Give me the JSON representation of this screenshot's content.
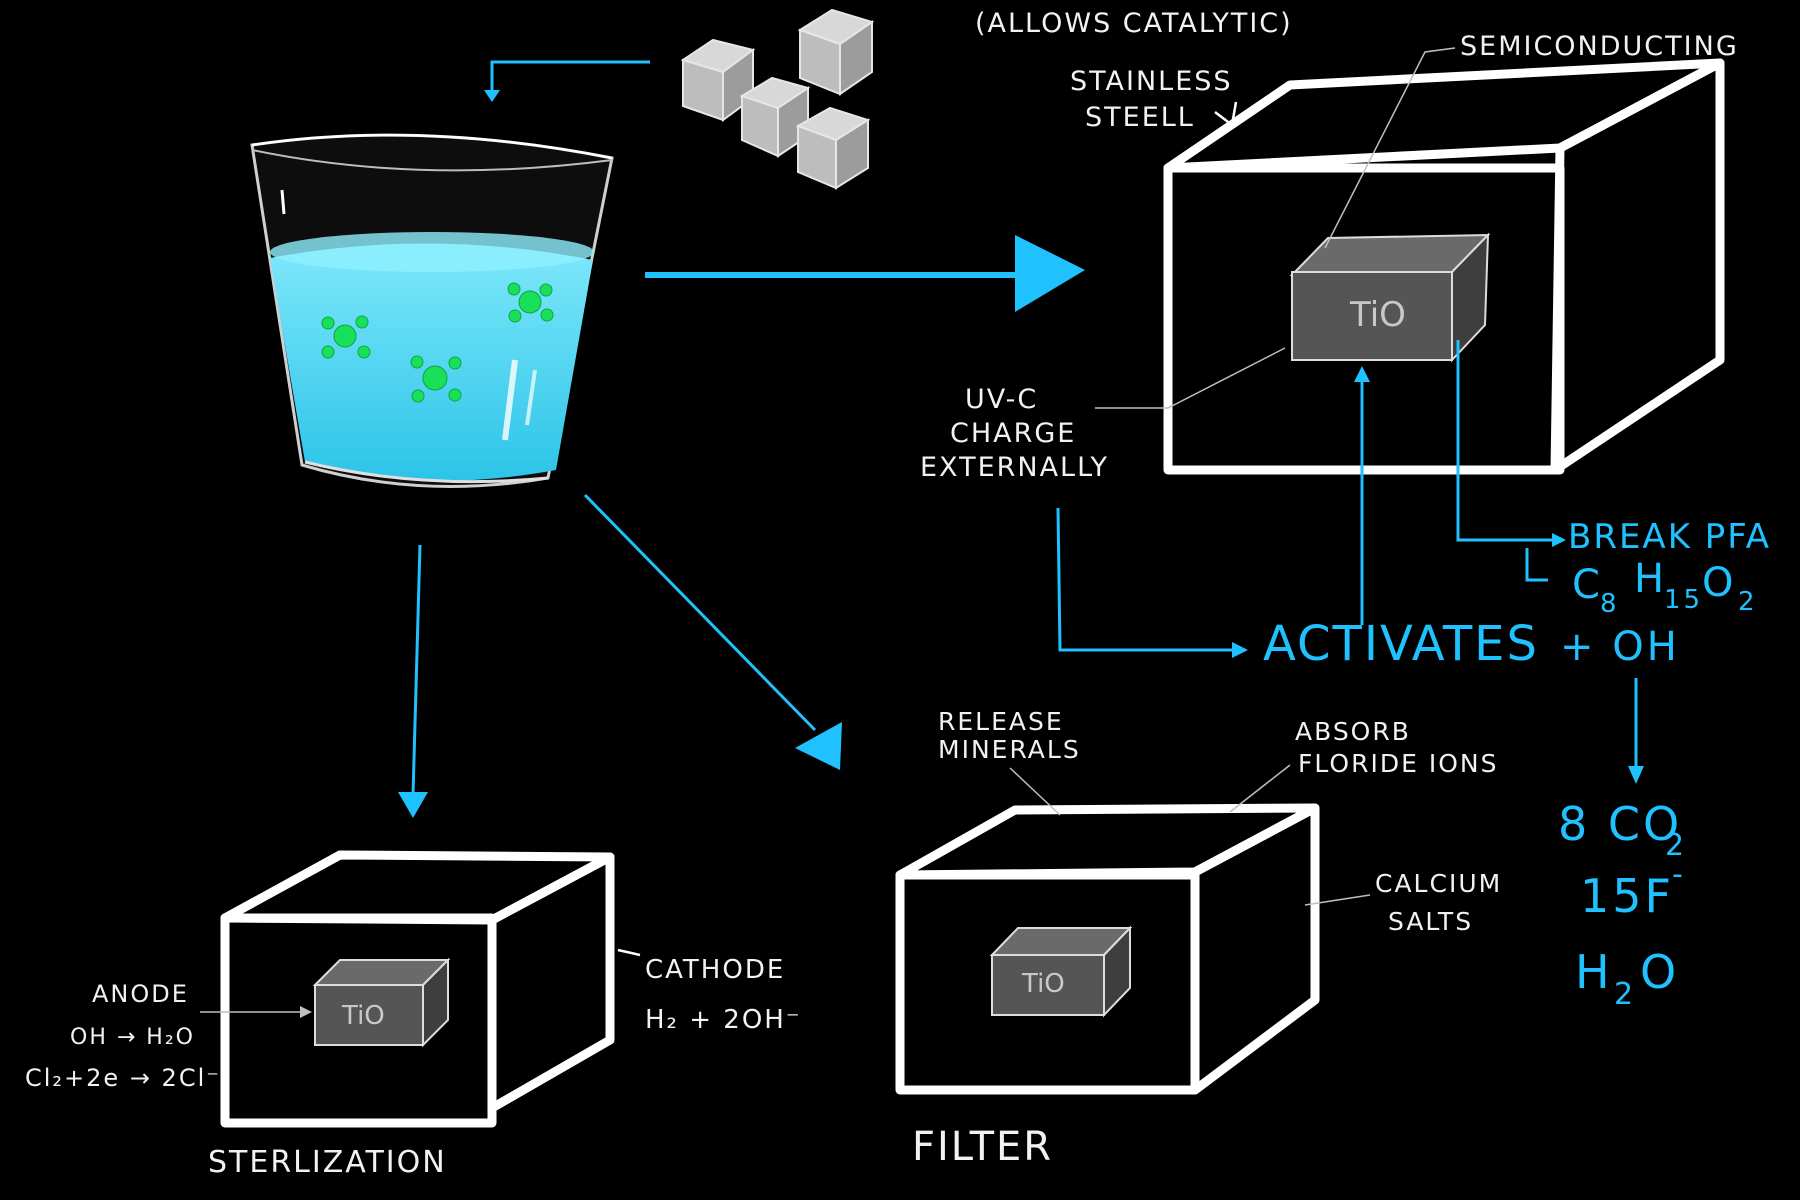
{
  "labels": {
    "allows_catalytic": "(ALLOWS CATALYTIC)",
    "semiconducting": "SEMICONDUCTING",
    "stainless": "STAINLESS",
    "steell": "STEELL",
    "uvc": "UV-C",
    "charge": "CHARGE",
    "externally": "EXTERNALLY",
    "activates": "ACTIVATES",
    "break_pfa": "BREAK PFA",
    "c8": "C",
    "c8_sub": "8",
    "h15": "H",
    "h15_sub": "15",
    "o2": "O",
    "o2_sub": "2",
    "plus_oh": "+ OH",
    "co2": "8 CO",
    "co2_sub": "2",
    "f15": "15F",
    "f15_sup": "-",
    "h2o": "H",
    "h2o_sub": "2",
    "h2o_o": "O",
    "release": "RELEASE",
    "minerals": "MINERALS",
    "absorb": "ABSORB",
    "floride": "FLORIDE IONS",
    "calcium": "CALCIUM",
    "salts": "SALTS",
    "anode": "ANODE",
    "oh_h2o": "OH → H₂O",
    "cl_eq": "Cl₂+2e → 2Cl⁻",
    "cathode": "CATHODE",
    "h2_eq": "H₂ + 2OH⁻",
    "sterilization": "STERLIZATION",
    "filter": "FILTER",
    "tio_top": "TiO",
    "tio_steril": "TiO",
    "tio_filter": "TiO"
  },
  "colors": {
    "background": "#000000",
    "accent_blue": "#1fc1ff",
    "water": "#3fd6f2",
    "contaminant_green": "#19e05a",
    "box_white": "#ffffff",
    "tio_gray": "#555555"
  }
}
